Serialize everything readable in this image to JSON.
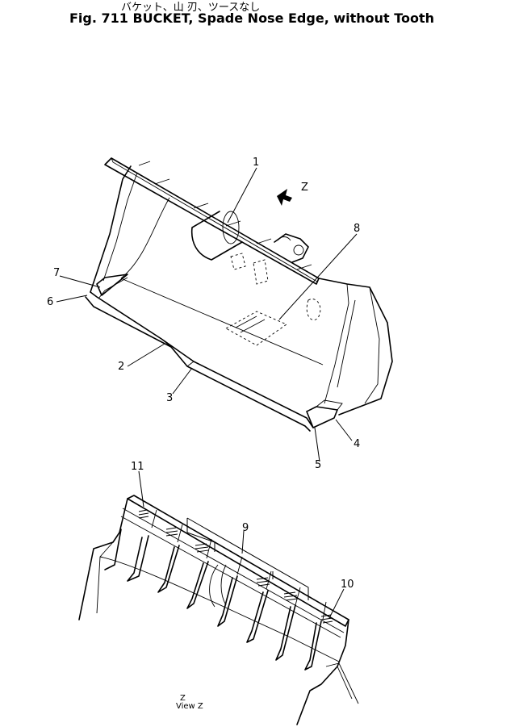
{
  "title": {
    "japanese": "バケット、山 刃、ツースなし",
    "english": "Fig. 711 BUCKET, Spade Nose Edge, without Tooth"
  },
  "view_marker": "Z",
  "view_caption": {
    "line1": "Z",
    "line2": "View Z"
  },
  "callouts": [
    "1",
    "2",
    "3",
    "4",
    "5",
    "6",
    "7",
    "8",
    "9",
    "10",
    "11"
  ]
}
